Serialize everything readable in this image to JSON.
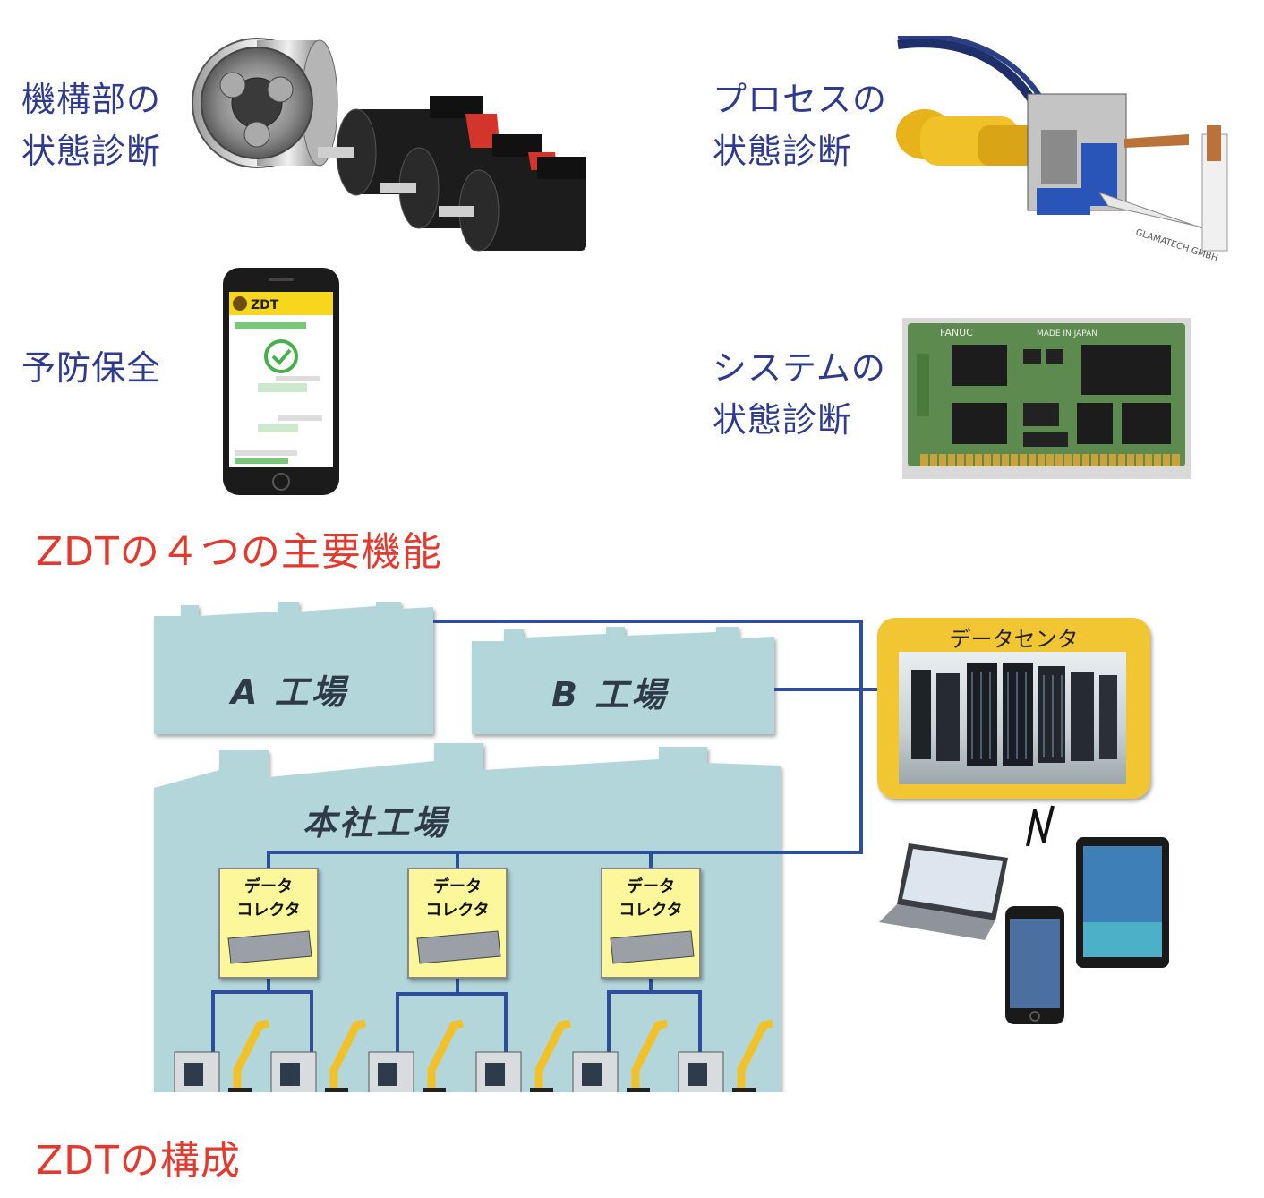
{
  "features": {
    "mechanism": {
      "line1": "機構部の",
      "line2": "状態診断"
    },
    "process": {
      "line1": "プロセスの",
      "line2": "状態診断"
    },
    "preventive": {
      "label": "予防保全"
    },
    "system": {
      "line1": "システムの",
      "line2": "状態診断"
    }
  },
  "phone_app": {
    "logo": "ZDT"
  },
  "board": {
    "brand": "FANUC",
    "made_in": "MADE IN JAPAN"
  },
  "section_titles": {
    "functions": "ZDTの４つの主要機能",
    "configuration": "ZDTの構成"
  },
  "factories": {
    "a": "A 工場",
    "b": "B 工場",
    "hq": "本社工場"
  },
  "datacenter": {
    "title": "データセンタ"
  },
  "collectors": [
    {
      "line1": "データ",
      "line2": "コレクタ"
    },
    {
      "line1": "データ",
      "line2": "コレクタ"
    },
    {
      "line1": "データ",
      "line2": "コレクタ"
    }
  ],
  "colors": {
    "accent_blue": "#2f3a8c",
    "title_red": "#e23a2e",
    "factory_fill": "#b3d6da",
    "network_line": "#2d4f9b",
    "datacenter_frame": "#f2c531",
    "collector_fill": "#fbf79a"
  }
}
